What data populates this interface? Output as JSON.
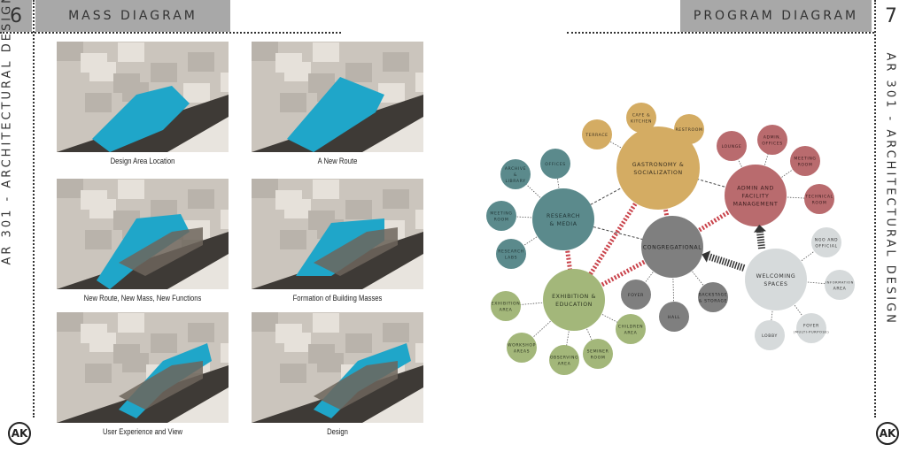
{
  "left_page": {
    "page_number": "6",
    "title": "MASS DIAGRAM",
    "side_label": "AR 301 - ARCHITECTURAL DESIGN",
    "logo": "AK",
    "panels": [
      {
        "caption": "Design Area Location"
      },
      {
        "caption": "A New Route"
      },
      {
        "caption": "New Route, New Mass, New Functions"
      },
      {
        "caption": "Formation of Building Masses"
      },
      {
        "caption": "User Experience and View"
      },
      {
        "caption": "Design"
      }
    ]
  },
  "right_page": {
    "page_number": "7",
    "title": "PROGRAM DIAGRAM",
    "side_label": "AR 301 - ARCHITECTURAL DESIGN",
    "logo": "AK"
  },
  "program": {
    "hubs": [
      {
        "id": "gastronomy",
        "lines": [
          "GASTRONOMY &",
          "SOCIALIZATION"
        ],
        "color": "#d4ac63",
        "text_color": "#3a3020",
        "satellites": [
          [
            "CAFE &",
            "KITCHEN"
          ],
          [
            "TERRACE"
          ],
          [
            "RESTROOM"
          ]
        ]
      },
      {
        "id": "research",
        "lines": [
          "RESEARCH",
          "& MEDIA"
        ],
        "color": "#5b8a8c",
        "text_color": "#1f3435",
        "satellites": [
          [
            "OFFICES"
          ],
          [
            "ARCHIVE",
            "&",
            "LIBRARY"
          ],
          [
            "MEETING",
            "ROOM"
          ],
          [
            "RESEARCH",
            "LABS"
          ]
        ]
      },
      {
        "id": "congregational",
        "lines": [
          "CONGREGATIONAL"
        ],
        "color": "#7f7f7f",
        "text_color": "#222",
        "satellites": [
          [
            "FOYER"
          ],
          [
            "HALL"
          ],
          [
            "BACKSTAGE",
            "& STORAGE"
          ]
        ]
      },
      {
        "id": "admin",
        "lines": [
          "ADMIN AND",
          "FACILITY",
          "MANAGEMENT"
        ],
        "color": "#b96b6e",
        "text_color": "#3a1c1d",
        "satellites": [
          [
            "LOUNGE"
          ],
          [
            "ADMIN.",
            "OFFICES"
          ],
          [
            "MEETING",
            "ROOM"
          ],
          [
            "TECHNICAL",
            "ROOM"
          ]
        ]
      },
      {
        "id": "welcoming",
        "lines": [
          "WELCOMING",
          "SPACES"
        ],
        "color": "#d6dadb",
        "text_color": "#333",
        "satellites": [
          [
            "NGO AND",
            "OFFICIAL"
          ],
          [
            "INFORMATION",
            "AREA"
          ],
          [
            "FOYER",
            "(MULTI-PURPOSE)"
          ],
          [
            "LOBBY"
          ]
        ]
      },
      {
        "id": "exhibition",
        "lines": [
          "EXHIBITION &",
          "EDUCATION"
        ],
        "color": "#a3b77a",
        "text_color": "#2c3520",
        "satellites": [
          [
            "EXHIBITION",
            "AREA"
          ],
          [
            "WORKSHOP",
            "AREAS"
          ],
          [
            "OBSERVING",
            "AREA"
          ],
          [
            "SEMINER",
            "ROOM"
          ],
          [
            "CHILDREN",
            "AREA"
          ]
        ]
      }
    ],
    "colors": {
      "strong_link": "#c9424a",
      "flow_arrow": "#333333",
      "weak_link": "#444444"
    }
  }
}
